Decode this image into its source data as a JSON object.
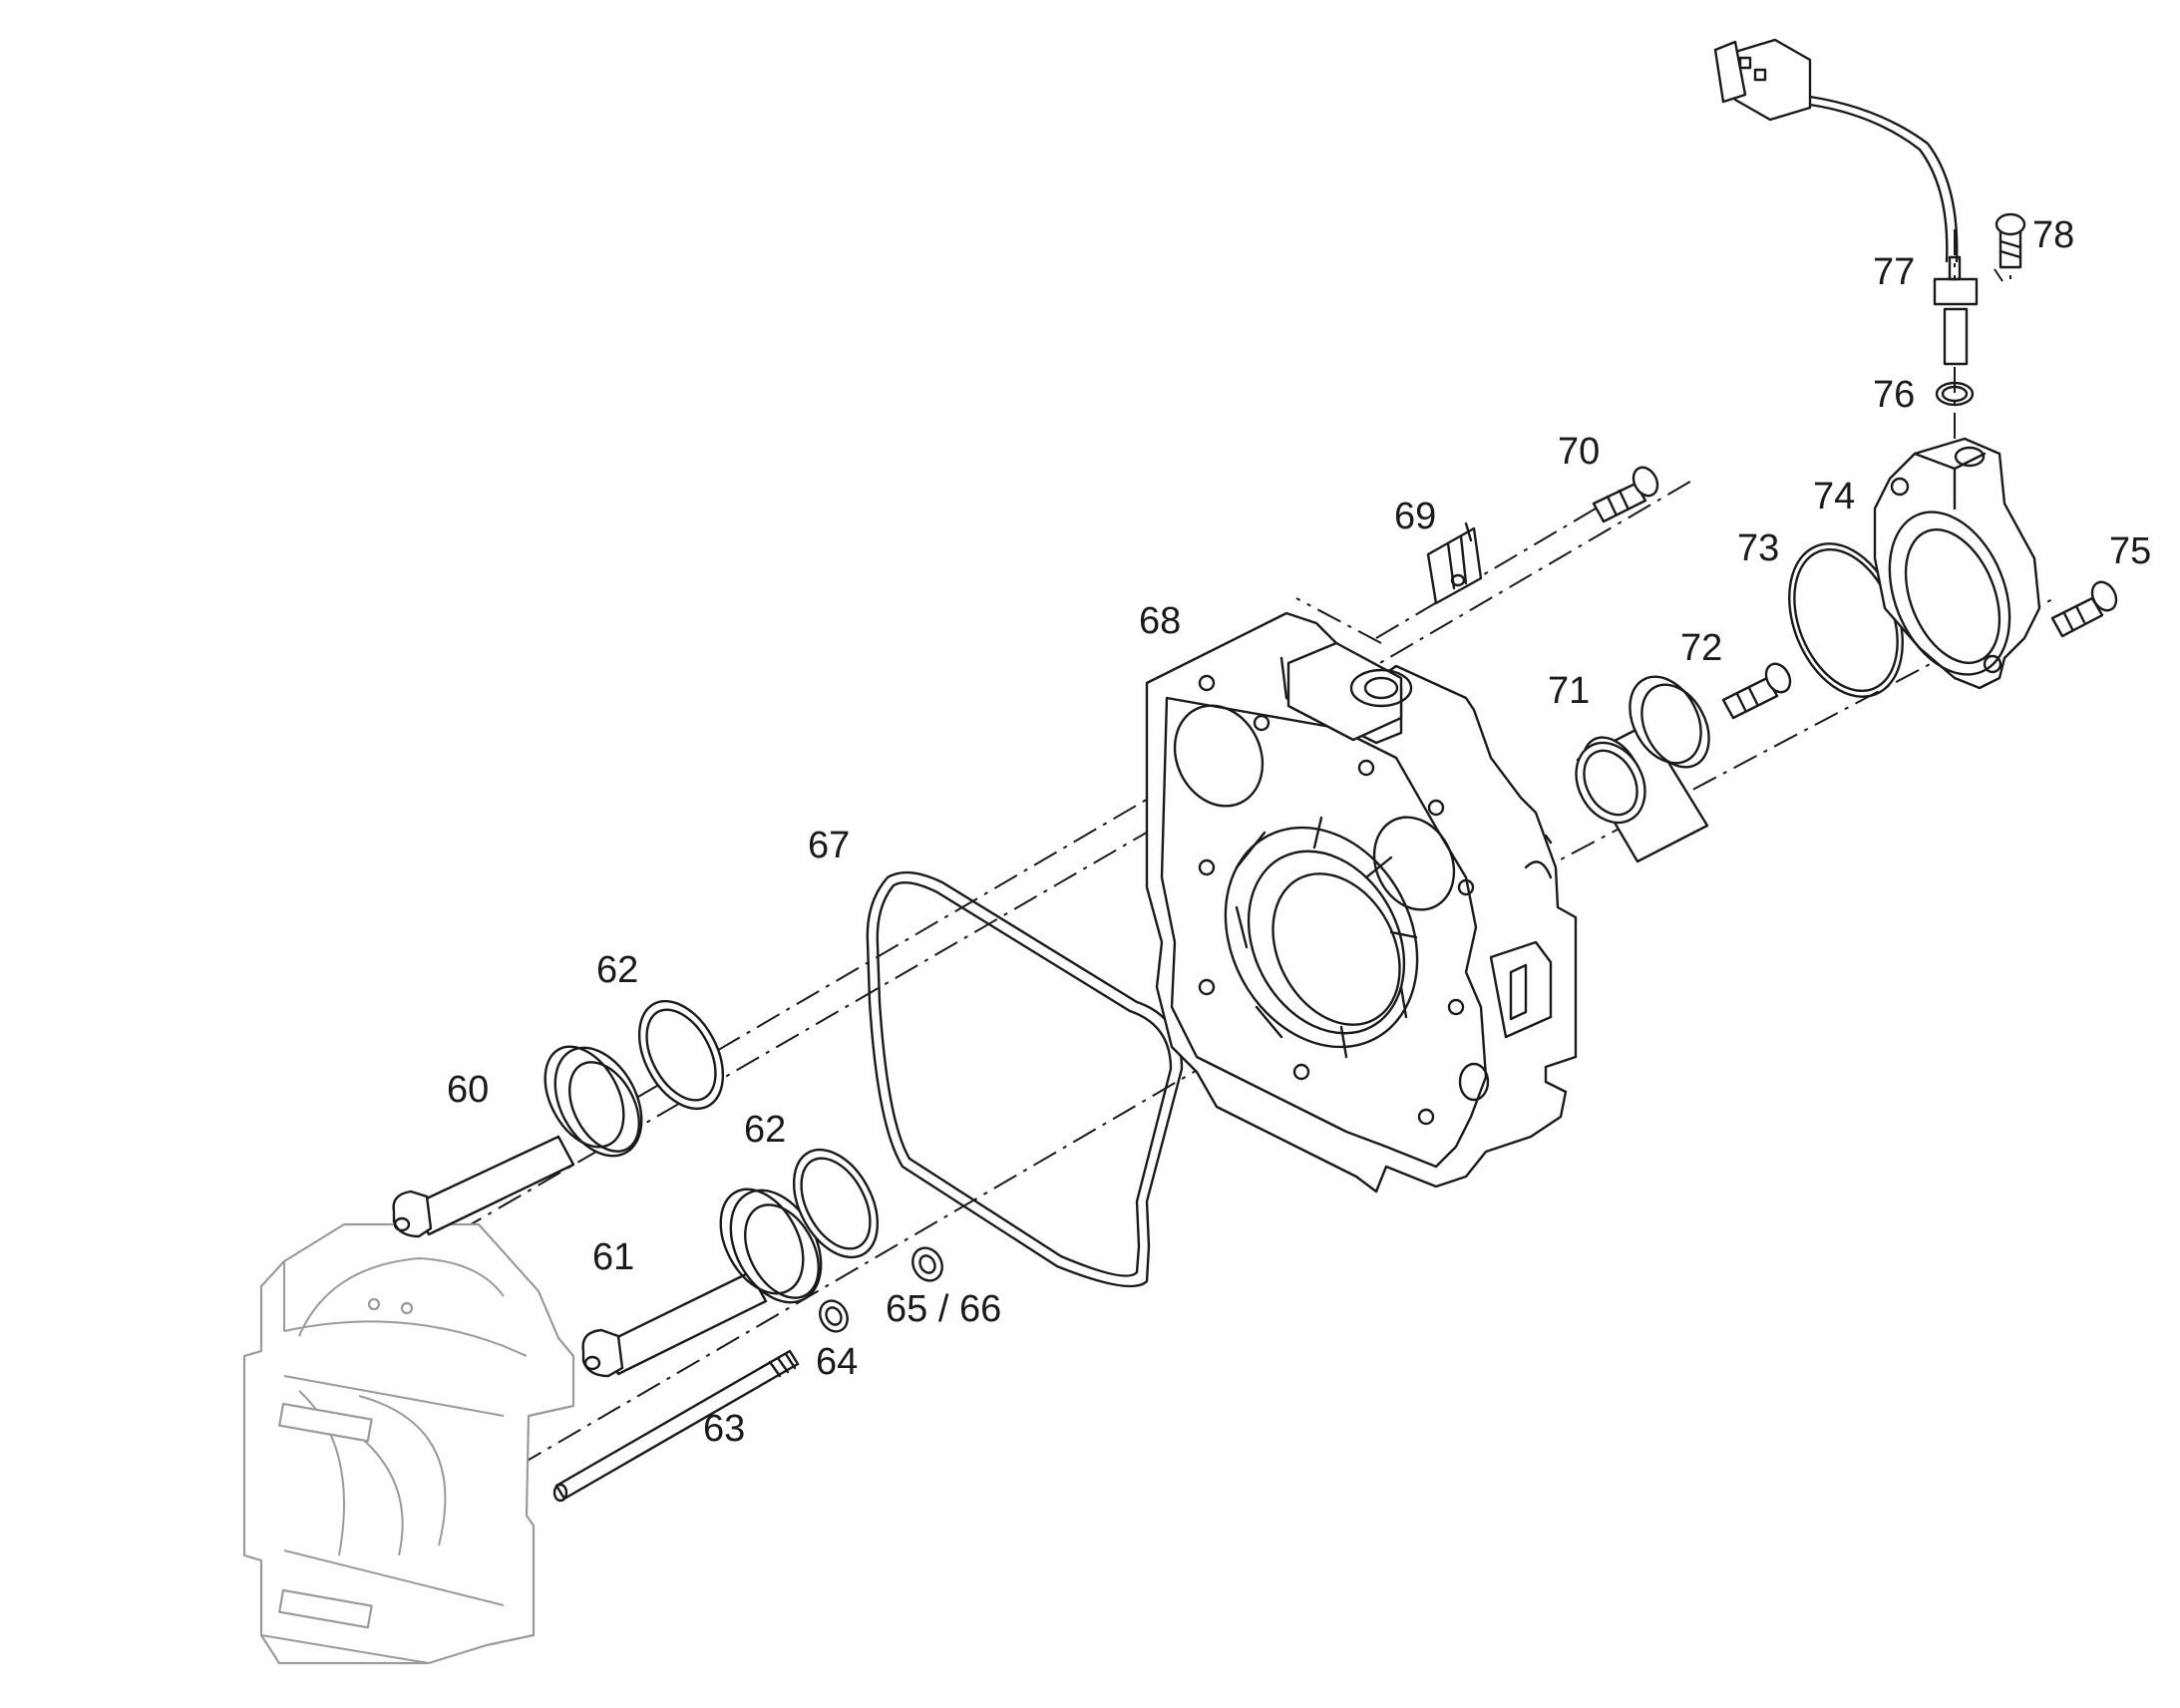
{
  "callouts": [
    {
      "id": "60",
      "label": "60"
    },
    {
      "id": "61",
      "label": "61"
    },
    {
      "id": "62a",
      "label": "62"
    },
    {
      "id": "62b",
      "label": "62"
    },
    {
      "id": "63",
      "label": "63"
    },
    {
      "id": "64",
      "label": "64"
    },
    {
      "id": "65-66",
      "label": "65 / 66"
    },
    {
      "id": "67",
      "label": "67"
    },
    {
      "id": "68",
      "label": "68"
    },
    {
      "id": "69",
      "label": "69"
    },
    {
      "id": "70",
      "label": "70"
    },
    {
      "id": "71",
      "label": "71"
    },
    {
      "id": "72",
      "label": "72"
    },
    {
      "id": "73",
      "label": "73"
    },
    {
      "id": "74",
      "label": "74"
    },
    {
      "id": "75",
      "label": "75"
    },
    {
      "id": "76",
      "label": "76"
    },
    {
      "id": "77",
      "label": "77"
    },
    {
      "id": "78",
      "label": "78"
    }
  ],
  "colors": {
    "line": "#1a1a1a",
    "ghost": "#9a9a9a",
    "background": "#ffffff"
  }
}
